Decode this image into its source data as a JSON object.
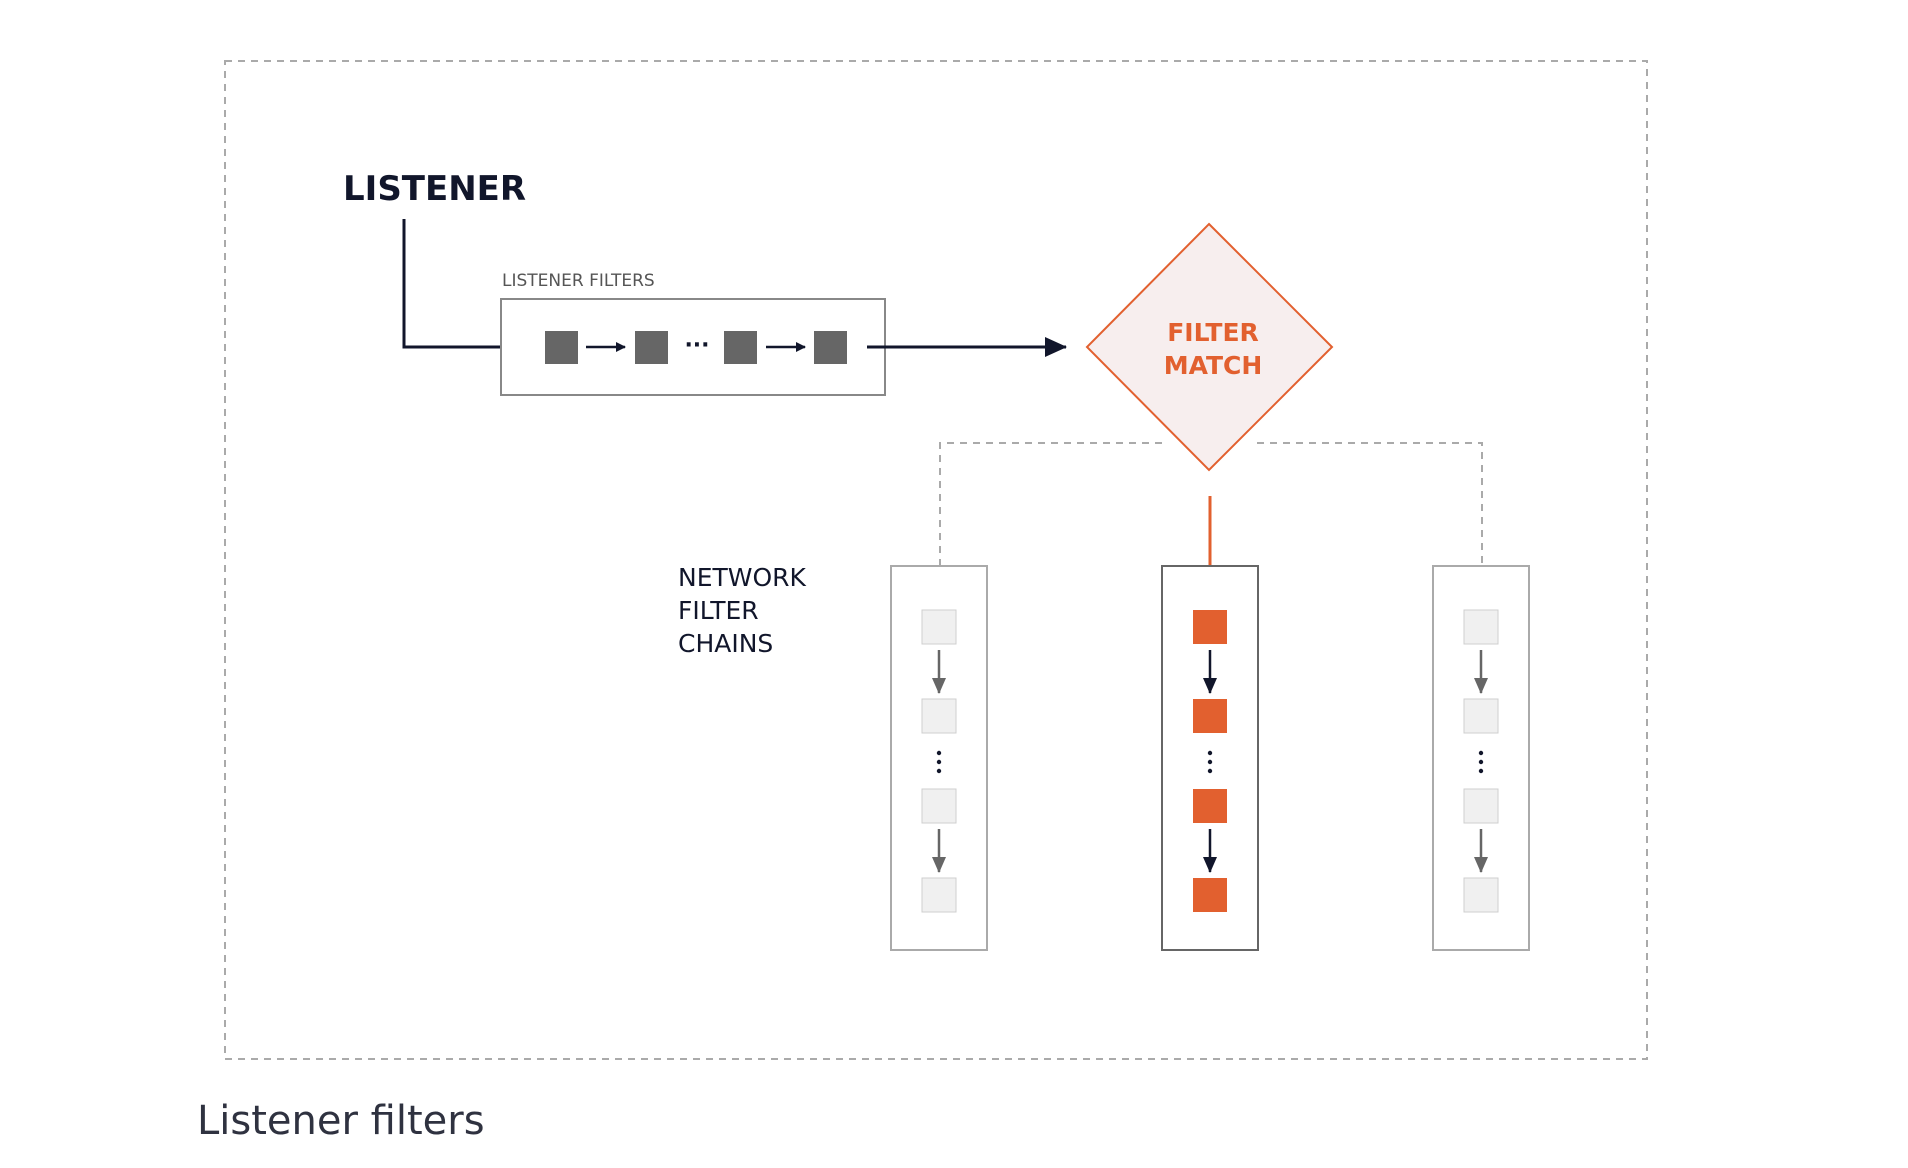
{
  "diagram": {
    "listener_label": "LISTENER",
    "listener_filters_label": "LISTENER FILTERS",
    "ellipsis": "···",
    "filter_match_lines": [
      "FILTER",
      "MATCH"
    ],
    "network_filter_chains_lines": [
      "NETWORK",
      "FILTER",
      "CHAINS"
    ],
    "caption": "Listener filters",
    "colors": {
      "accent": "#e2602f",
      "dark": "#11162b",
      "filter_box": "#666666",
      "inactive_box": "#f0f0f0",
      "diamond_fill": "#f7eeee",
      "dashed_line": "#aaaaaa"
    }
  }
}
